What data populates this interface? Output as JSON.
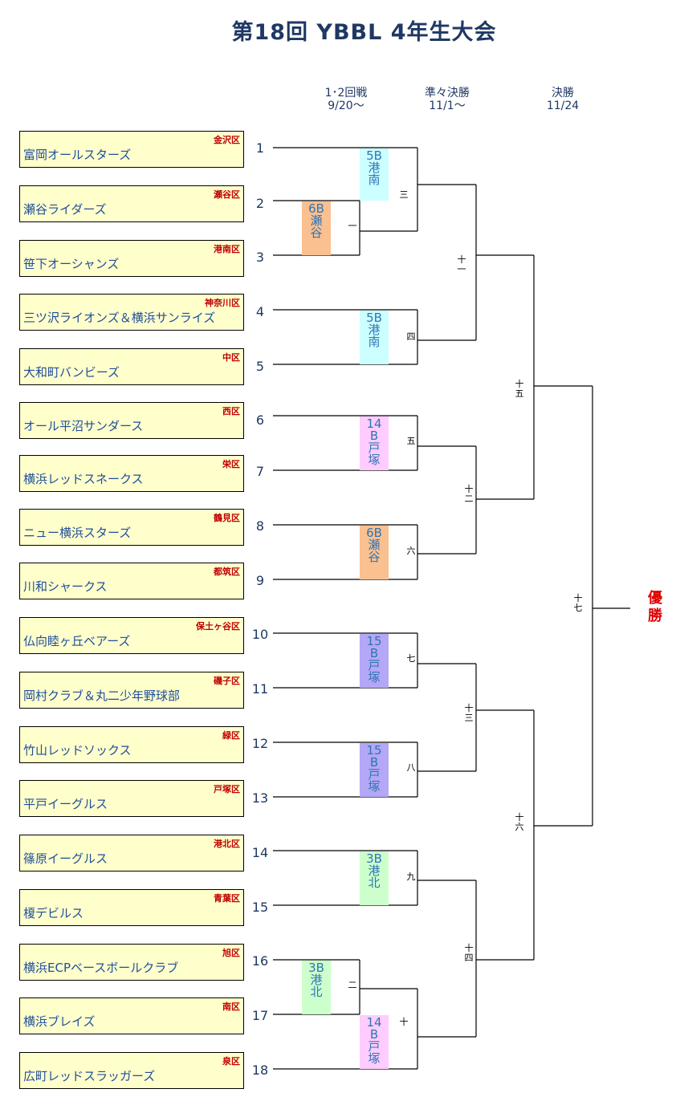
{
  "title": "第18回  YBBL 4年生大会",
  "headers": {
    "round1": {
      "name": "1･2回戦",
      "date": "9/20～"
    },
    "quarter": {
      "name": "準々決勝",
      "date": "11/1～"
    },
    "final": {
      "name": "決勝",
      "date": "11/24"
    }
  },
  "teams": [
    {
      "no": "1",
      "ward": "金沢区",
      "name": "富岡オールスターズ"
    },
    {
      "no": "2",
      "ward": "瀬谷区",
      "name": "瀬谷ライダーズ"
    },
    {
      "no": "3",
      "ward": "港南区",
      "name": "笹下オーシャンズ"
    },
    {
      "no": "4",
      "ward": "神奈川区",
      "name": "三ツ沢ライオンズ＆横浜サンライズ"
    },
    {
      "no": "5",
      "ward": "中区",
      "name": "大和町バンビーズ"
    },
    {
      "no": "6",
      "ward": "西区",
      "name": "オール平沼サンダース"
    },
    {
      "no": "7",
      "ward": "栄区",
      "name": "横浜レッドスネークス"
    },
    {
      "no": "8",
      "ward": "鶴見区",
      "name": "ニュー横浜スターズ"
    },
    {
      "no": "9",
      "ward": "都筑区",
      "name": "川和シャークス"
    },
    {
      "no": "10",
      "ward": "保土ヶ谷区",
      "name": "仏向睦ヶ丘ベアーズ"
    },
    {
      "no": "11",
      "ward": "磯子区",
      "name": "岡村クラブ＆丸二少年野球部"
    },
    {
      "no": "12",
      "ward": "緑区",
      "name": "竹山レッドソックス"
    },
    {
      "no": "13",
      "ward": "戸塚区",
      "name": "平戸イーグルス"
    },
    {
      "no": "14",
      "ward": "港北区",
      "name": "篠原イーグルス"
    },
    {
      "no": "15",
      "ward": "青葉区",
      "name": "榎デビルス"
    },
    {
      "no": "16",
      "ward": "旭区",
      "name": "横浜ECPベースボールクラブ"
    },
    {
      "no": "17",
      "ward": "南区",
      "name": "横浜ブレイズ"
    },
    {
      "no": "18",
      "ward": "泉区",
      "name": "広町レッドスラッガーズ"
    }
  ],
  "venues": {
    "v1": {
      "text": "5B港南",
      "color": "#ccffff",
      "text_color": "#2e75b6"
    },
    "v2": {
      "text": "6B瀬谷",
      "color": "#fac090",
      "text_color": "#2e75b6"
    },
    "v3": {
      "text": "5B港南",
      "color": "#ccffff",
      "text_color": "#2e75b6"
    },
    "v4": {
      "text": "14B戸塚",
      "color": "#ffccff",
      "text_color": "#2e75b6"
    },
    "v5": {
      "text": "6B瀬谷",
      "color": "#fac090",
      "text_color": "#2e75b6"
    },
    "v6": {
      "text": "15B戸塚",
      "color": "#b4a7f5",
      "text_color": "#2e75b6"
    },
    "v7": {
      "text": "15B戸塚",
      "color": "#b4a7f5",
      "text_color": "#2e75b6"
    },
    "v8": {
      "text": "3B港北",
      "color": "#ccffcc",
      "text_color": "#2e75b6"
    },
    "v9": {
      "text": "3B港北",
      "color": "#ccffcc",
      "text_color": "#2e75b6"
    },
    "v10": {
      "text": "14B戸塚",
      "color": "#ffccff",
      "text_color": "#2e75b6"
    }
  },
  "games": {
    "g1": "一",
    "g2": "二",
    "g3": "三",
    "g4": "四",
    "g5": "五",
    "g6": "六",
    "g7": "七",
    "g8": "八",
    "g9": "九",
    "g10": "十",
    "g11": "十一",
    "g12": "十二",
    "g13": "十三",
    "g14": "十四",
    "g15": "十五",
    "g16": "十六",
    "g17": "十七"
  },
  "winner": "優勝"
}
